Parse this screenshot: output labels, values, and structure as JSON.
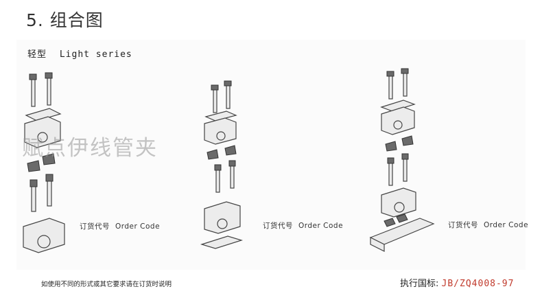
{
  "section_title": "5. 组合图",
  "series": {
    "cn": "轻型",
    "en": "Light series"
  },
  "watermark": "赋点伊线管夹",
  "order_codes": [
    {
      "cn": "订货代号",
      "en": "Order Code"
    },
    {
      "cn": "订货代号",
      "en": "Order Code"
    },
    {
      "cn": "订货代号",
      "en": "Order Code"
    }
  ],
  "footer": {
    "note": "如使用不同的形式或其它要求请在订货时说明",
    "standard_label": "执行国标:",
    "standard_code": "JB/ZQ4008-97"
  },
  "colors": {
    "accent_code": "#c0392b",
    "text": "#222222"
  }
}
